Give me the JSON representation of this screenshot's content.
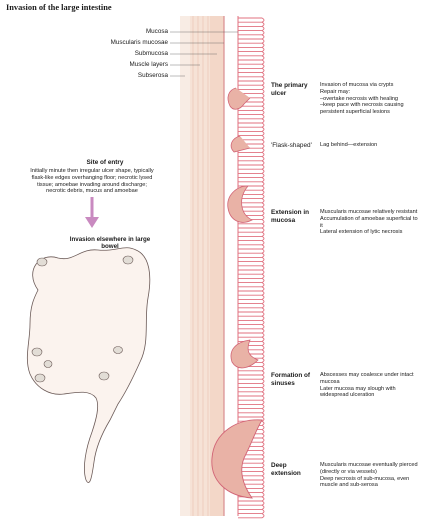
{
  "title": "Invasion of the large intestine",
  "layers": [
    "Mucosa",
    "Muscularis mucosae",
    "Submucosa",
    "Muscle layers",
    "Subserosa"
  ],
  "entry": {
    "title": "Site of entry",
    "description": "Initially minute then irregular ulcer shape, typically flask-like edges overhanging floor; necrotic lysed tissue; amoebae invading around discharge; necrotic debris, mucus and amoebae"
  },
  "invasion_label": "Invasion elsewhere in large bowel",
  "stages": [
    {
      "title": "The primary ulcer",
      "lines": [
        "Invasion of mucosa via crypts",
        "Repair may:",
        "–overtake necrosis with healing",
        "–keep pace with necrosis causing persistent superficial lesions"
      ]
    },
    {
      "title": "'Flask-shaped'",
      "lines": [
        "Lag behind—extension"
      ]
    },
    {
      "title": "Extension in mucosa",
      "lines": [
        "Muscularis mucosae relatively resistant",
        "Accumulation of amoebae superficial to it",
        "Lateral extension of lytic necrosis"
      ]
    },
    {
      "title": "Formation of sinuses",
      "lines": [
        "Abscesses may coalesce under intact mucosa",
        "Later mucosa may slough with widespread ulceration"
      ]
    },
    {
      "title": "Deep extension",
      "lines": [
        "Muscularis mucosae eventually pierced (directly or via vessels)",
        "Deep necrosis of sub-mucosa, even muscle and sub-serosa"
      ]
    }
  ],
  "colors": {
    "mucosa": "#e0707f",
    "submucosa": "#f3d7c8",
    "muscle": "#f6e2d6",
    "ulcer": "#e9b2a6",
    "arrow": "#c98ac0",
    "bowel": "#fbf3ee"
  }
}
